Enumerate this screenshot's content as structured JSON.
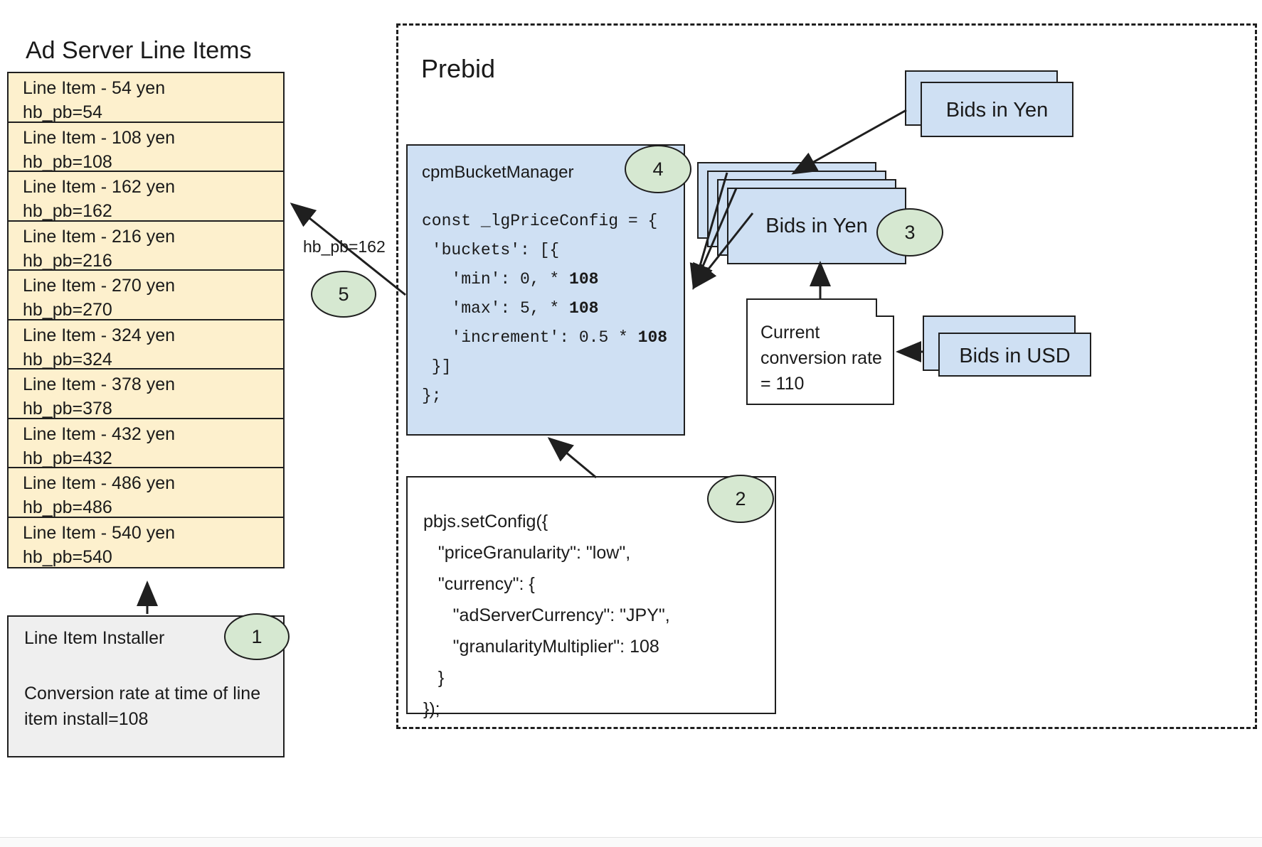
{
  "left_panel": {
    "title": "Ad Server Line Items",
    "line_items": [
      {
        "name": "Line Item - 54 yen",
        "key": "hb_pb=54"
      },
      {
        "name": "Line Item - 108 yen",
        "key": "hb_pb=108"
      },
      {
        "name": "Line Item - 162 yen",
        "key": "hb_pb=162"
      },
      {
        "name": "Line Item - 216 yen",
        "key": "hb_pb=216"
      },
      {
        "name": "Line Item - 270 yen",
        "key": "hb_pb=270"
      },
      {
        "name": "Line Item - 324 yen",
        "key": "hb_pb=324"
      },
      {
        "name": "Line Item - 378 yen",
        "key": "hb_pb=378"
      },
      {
        "name": "Line Item - 432 yen",
        "key": "hb_pb=432"
      },
      {
        "name": "Line Item - 486 yen",
        "key": "hb_pb=486"
      },
      {
        "name": "Line Item - 540 yen",
        "key": "hb_pb=540"
      }
    ],
    "installer": {
      "title": "Line Item Installer",
      "note": "Conversion rate at time of line item install=108",
      "badge": "1"
    }
  },
  "prebid": {
    "title": "Prebid",
    "cpm_bucket_manager": {
      "label": "cpmBucketManager",
      "badge": "4",
      "code_lines": [
        "const _lgPriceConfig = {",
        " 'buckets': [{",
        "   'min': 0, * 108",
        "   'max': 5, * 108",
        "   'increment': 0.5 * 108",
        " }]",
        "};"
      ],
      "bold_tokens": [
        "108"
      ]
    },
    "set_config": {
      "badge": "2",
      "code_lines": [
        "pbjs.setConfig({",
        "   \"priceGranularity\": \"low\",",
        "   \"currency\": {",
        "      \"adServerCurrency\": \"JPY\",",
        "      \"granularityMultiplier\": 108",
        "   }",
        "});"
      ]
    },
    "bids_in_yen_incoming": {
      "label": "Bids in Yen"
    },
    "bids_in_yen_stack": {
      "label": "Bids in Yen",
      "badge": "3"
    },
    "bids_in_usd": {
      "label": "Bids in USD"
    },
    "conversion_note": {
      "text": "Current conversion rate = 110"
    }
  },
  "edges": {
    "hb_pb_label": "hb_pb=162",
    "hb_pb_badge": "5"
  },
  "colors": {
    "line_item_fill": "#fdf0cd",
    "card_fill": "#cfe0f3",
    "badge_fill": "#d6e8d1",
    "installer_fill": "#efefef",
    "stroke": "#1f1f1f"
  }
}
